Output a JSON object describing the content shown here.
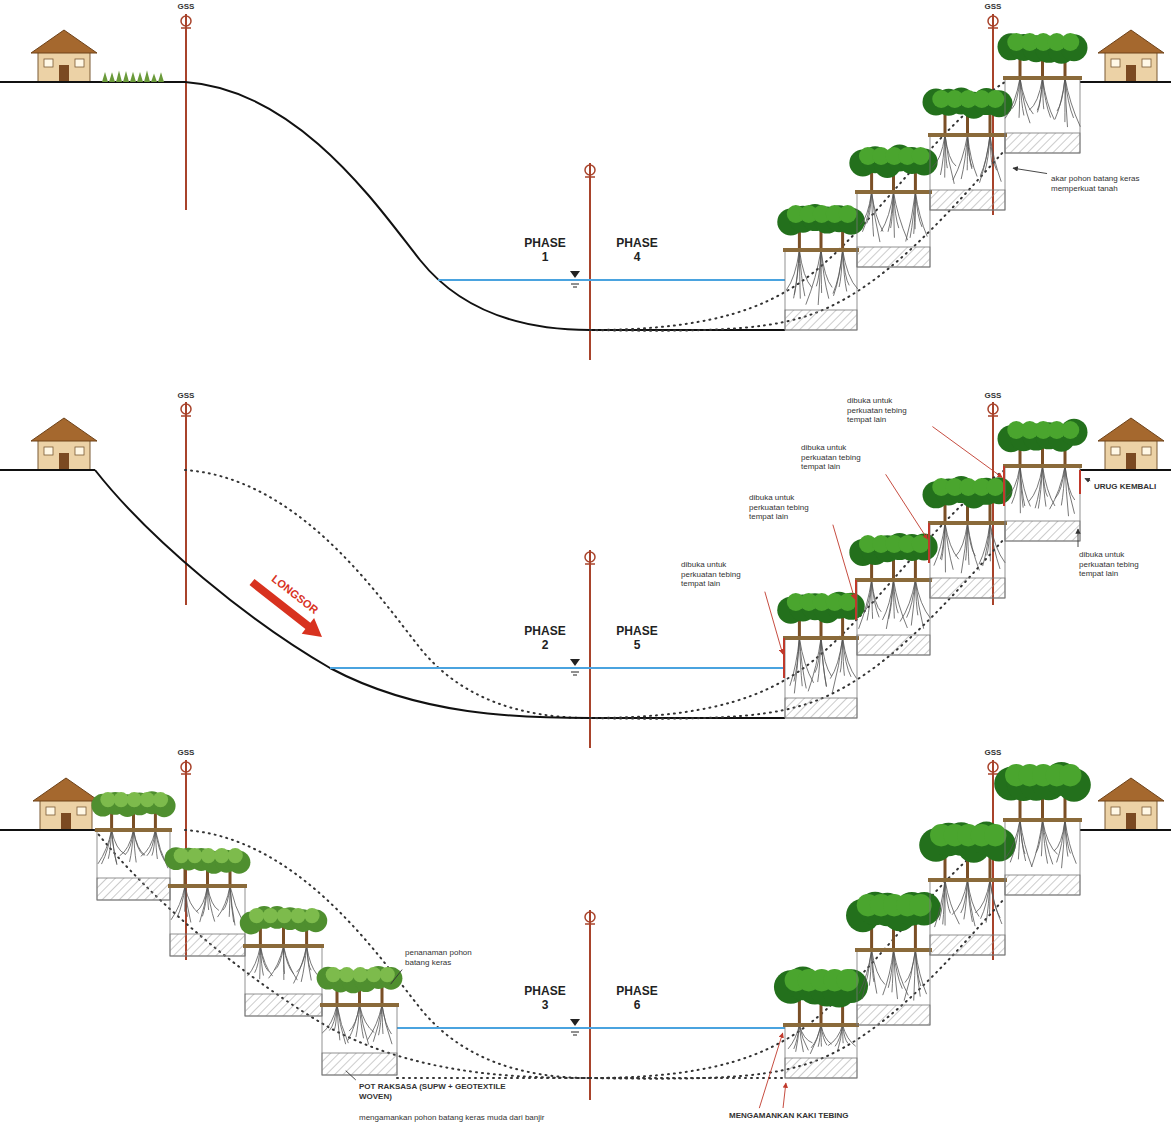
{
  "diagram": {
    "labels": [
      "GSS",
      "GSS",
      "PHASE 1",
      "PHASE 4",
      "akar pohon batang keras memperkuat tanah",
      "GSS",
      "GSS",
      "dibuka untuk perkuatan tebing tempat lain",
      "dibuka untuk perkuatan tebing tempat lain",
      "dibuka untuk perkuatan tebing tempat lain",
      "dibuka untuk perkuatan tebing tempat lain",
      "URUG KEMBALI",
      "dibuka untuk perkuatan tebing tempat lain",
      "LONGSOR",
      "PHASE 2",
      "PHASE 5",
      "GSS",
      "GSS",
      "penanaman pohon batang keras",
      "PHASE 3",
      "PHASE 6",
      "POT RAKSASA (SUPW + GEOTEXTILE WOVEN)",
      "mengamankan pohon batang keras muda dari banjir",
      "MENGAMANKAN KAKI TEBING"
    ]
  }
}
